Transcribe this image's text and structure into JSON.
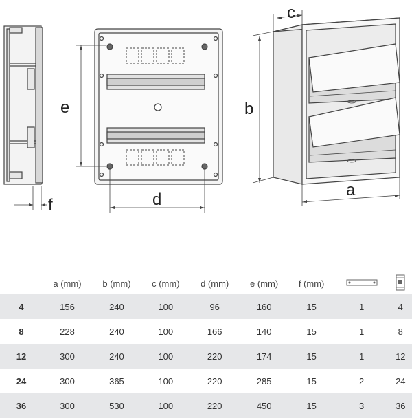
{
  "dimension_labels": [
    "a",
    "b",
    "c",
    "d",
    "e",
    "f"
  ],
  "table": {
    "headers": [
      "",
      "a (mm)",
      "b (mm)",
      "c (mm)",
      "d (mm)",
      "e (mm)",
      "f (mm)",
      "rail-icon",
      "breaker-icon"
    ],
    "rows": [
      [
        "4",
        "156",
        "240",
        "100",
        "96",
        "160",
        "15",
        "1",
        "4"
      ],
      [
        "8",
        "228",
        "240",
        "100",
        "166",
        "140",
        "15",
        "1",
        "8"
      ],
      [
        "12",
        "300",
        "240",
        "100",
        "220",
        "174",
        "15",
        "1",
        "12"
      ],
      [
        "24",
        "300",
        "365",
        "100",
        "220",
        "285",
        "15",
        "2",
        "24"
      ],
      [
        "36",
        "300",
        "530",
        "100",
        "220",
        "450",
        "15",
        "3",
        "36"
      ]
    ]
  }
}
